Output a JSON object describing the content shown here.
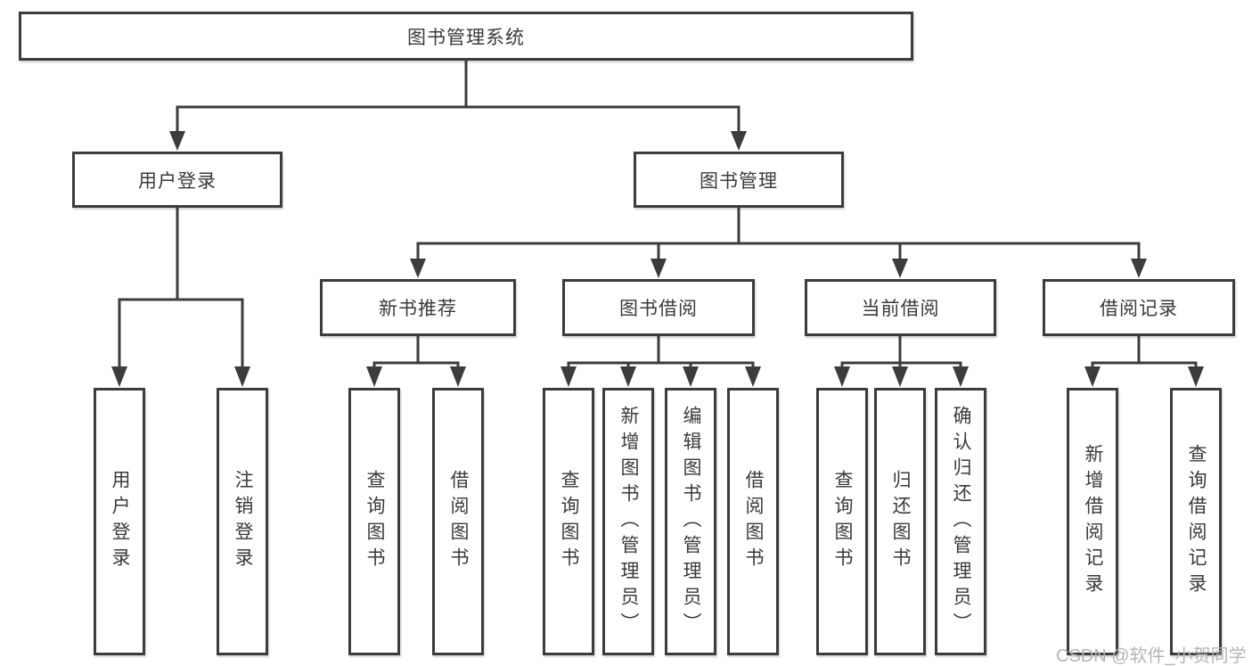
{
  "tree": {
    "label": "图书管理系统",
    "children": [
      {
        "label": "用户登录",
        "children": [
          {
            "label": "用户登录"
          },
          {
            "label": "注销登录"
          }
        ]
      },
      {
        "label": "图书管理",
        "children": [
          {
            "label": "新书推荐",
            "children": [
              {
                "label": "查询图书"
              },
              {
                "label": "借阅图书"
              }
            ]
          },
          {
            "label": "图书借阅",
            "children": [
              {
                "label": "查询图书"
              },
              {
                "label": "新增图书（管理员）"
              },
              {
                "label": "编辑图书（管理员）"
              },
              {
                "label": "借阅图书"
              }
            ]
          },
          {
            "label": "当前借阅",
            "children": [
              {
                "label": "查询图书"
              },
              {
                "label": "归还图书"
              },
              {
                "label": "确认归还（管理员）"
              }
            ]
          },
          {
            "label": "借阅记录",
            "children": [
              {
                "label": "新增借阅记录"
              },
              {
                "label": "查询借阅记录"
              }
            ]
          }
        ]
      }
    ]
  },
  "watermark": {
    "text": "CSDN @软件_小贺同学"
  },
  "colors": {
    "line": "#3c3c3c",
    "text": "#3a3a3a",
    "watermark": "#b5b5b5",
    "background": "#ffffff"
  }
}
